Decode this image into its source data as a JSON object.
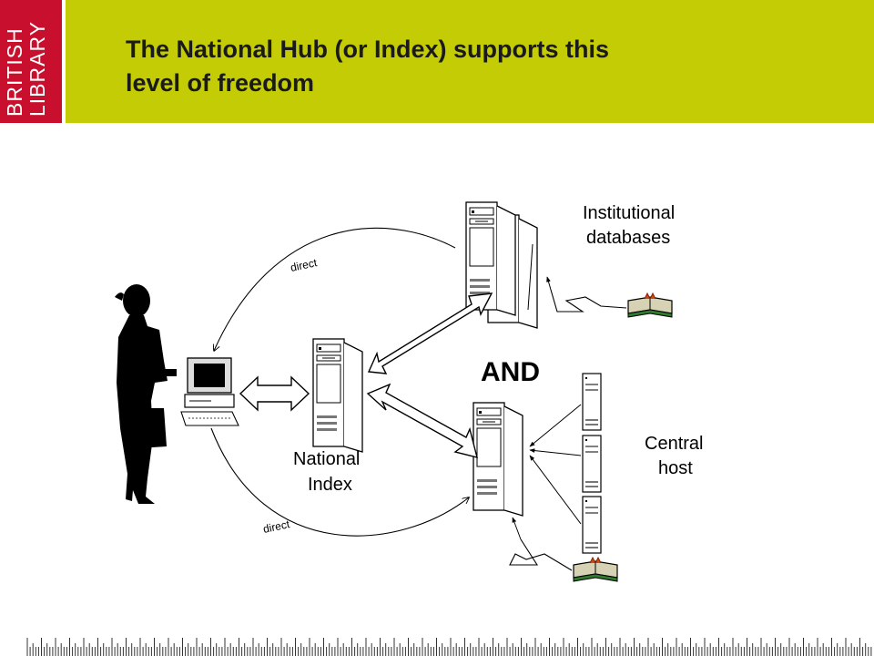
{
  "header": {
    "logo_line1": "BRITISH",
    "logo_line2": "LIBRARY",
    "title_line1": "The National Hub (or Index) supports this",
    "title_line2": "level of freedom"
  },
  "diagram": {
    "label_institutional_1": "Institutional",
    "label_institutional_2": "databases",
    "label_and": "AND",
    "label_central_1": "Central",
    "label_central_2": "host",
    "label_national_1": "National",
    "label_national_2": "Index",
    "label_direct_top": "direct",
    "label_direct_bottom": "direct"
  },
  "colors": {
    "banner": "#c4cc05",
    "logo": "#c8102e"
  }
}
